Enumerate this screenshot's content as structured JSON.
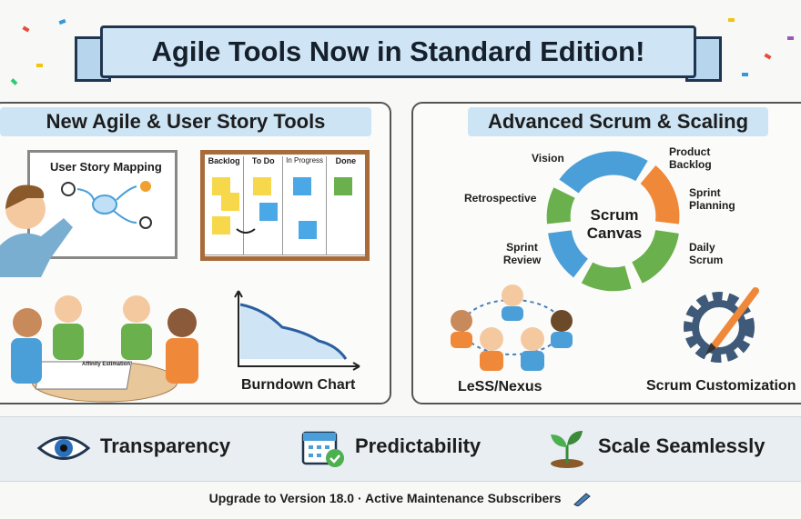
{
  "banner": {
    "title": "Agile Tools Now in Standard Edition!"
  },
  "left_panel": {
    "title": "New Agile & User Story Tools",
    "whiteboard_title": "User Story Mapping",
    "kanban_columns": [
      "Backlog",
      "To Do",
      "In Progress",
      "Done"
    ],
    "affinity_label": "Affinity Estimation",
    "burndown_label": "Burndown Chart"
  },
  "right_panel": {
    "title": "Advanced Scrum & Scaling",
    "cycle_center": [
      "Scrum",
      "Canvas"
    ],
    "cycle_steps": [
      "Vision",
      "Product Backlog",
      "Sprint Planning",
      "Daily Scrum",
      "Sprint Review",
      "Retrospective"
    ],
    "less_label": "LeSS/Nexus",
    "custom_label": "Scrum Customization"
  },
  "benefits": [
    {
      "icon": "eye-icon",
      "label": "Transparency"
    },
    {
      "icon": "calendar-check-icon",
      "label": "Predictability"
    },
    {
      "icon": "sprout-icon",
      "label": "Scale Seamlessly"
    }
  ],
  "footer": {
    "text": "Upgrade to Version 18.0 · Active Maintenance Subscribers"
  },
  "colors": {
    "banner_bg": "#cfe5f5",
    "banner_border": "#1f3550",
    "blue": "#4a9fd8",
    "green": "#6ab04c",
    "orange": "#f0883a"
  }
}
